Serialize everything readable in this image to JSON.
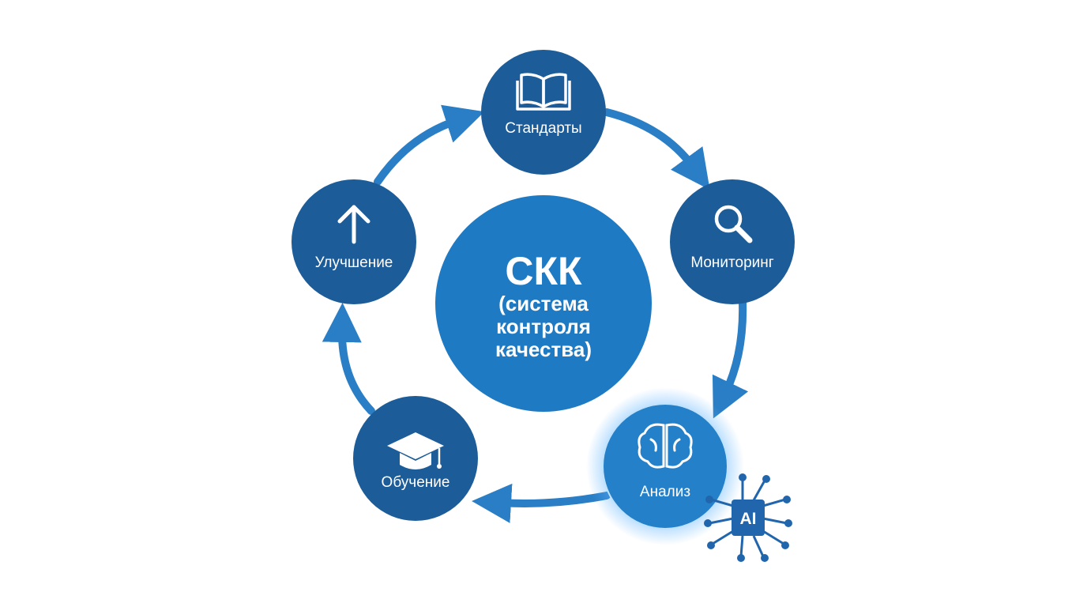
{
  "center": {
    "title": "СКК",
    "subtitle_lines": [
      "(система",
      "контроля",
      "качества)"
    ]
  },
  "nodes": [
    {
      "id": "standards",
      "label": "Стандарты",
      "icon": "book-icon"
    },
    {
      "id": "monitoring",
      "label": "Мониторинг",
      "icon": "magnifier-icon"
    },
    {
      "id": "analysis",
      "label": "Анализ",
      "icon": "brain-icon"
    },
    {
      "id": "training",
      "label": "Обучение",
      "icon": "graduation-cap-icon"
    },
    {
      "id": "improvement",
      "label": "Улучшение",
      "icon": "arrow-up-icon"
    }
  ],
  "ai_badge": {
    "label": "AI",
    "icon": "ai-chip-icon"
  },
  "colors": {
    "node_fill": "#1c5c99",
    "center_fill": "#1f7ac4",
    "analysis_fill": "#2481c9",
    "arrow": "#2a7ec6",
    "glow": "#5fb4ff",
    "ai_chip": "#2166ad"
  }
}
